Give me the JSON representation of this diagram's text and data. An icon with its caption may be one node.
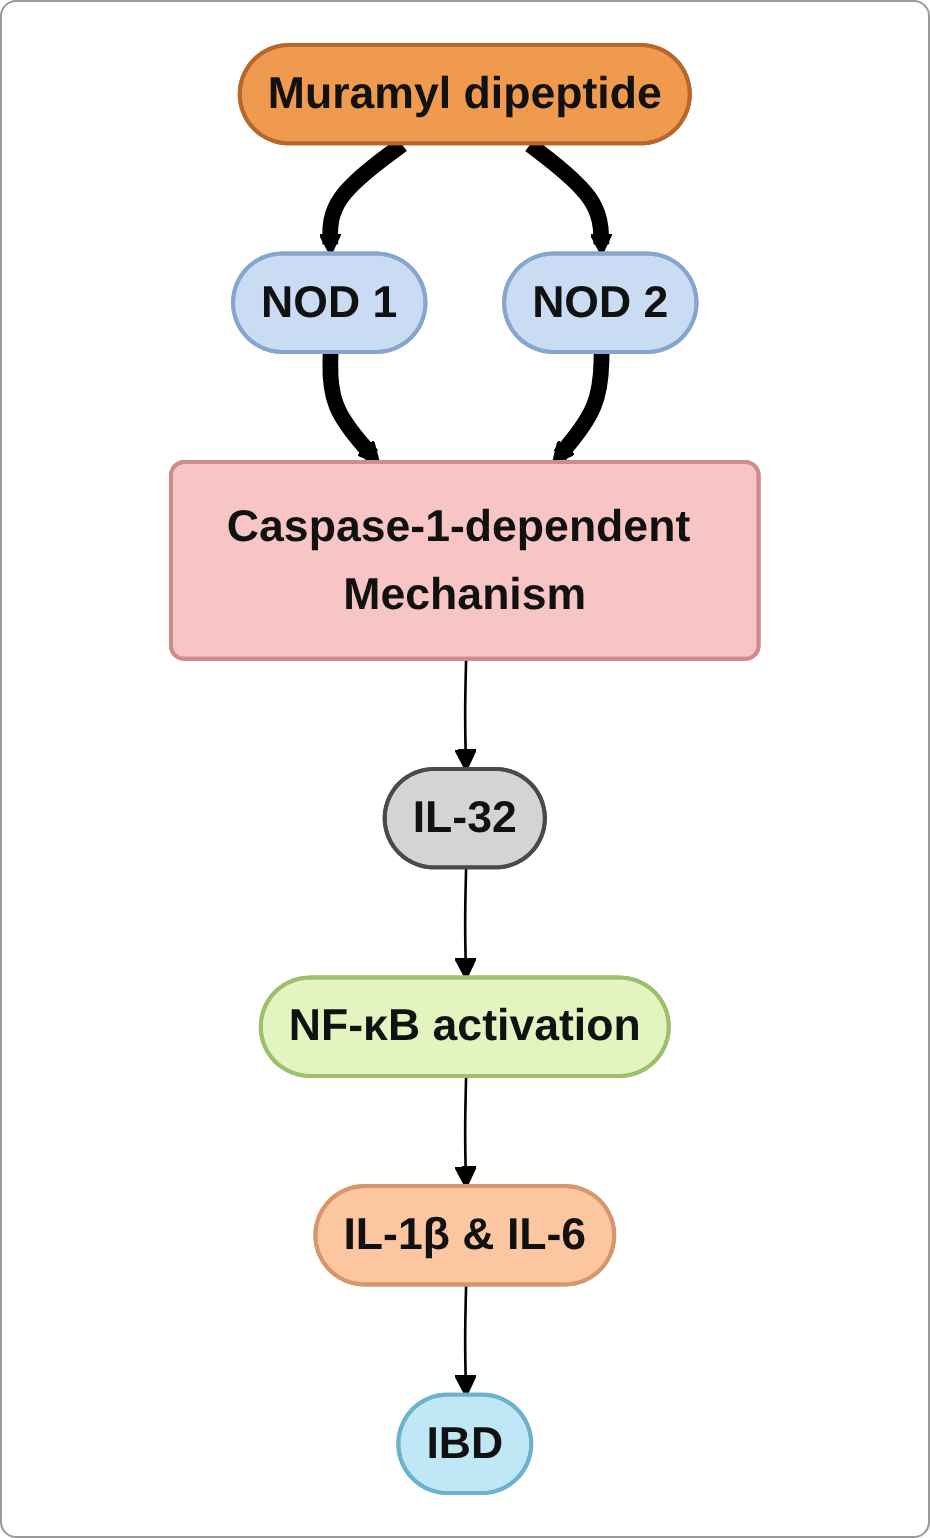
{
  "diagram": {
    "nodes": [
      {
        "text": [
          "Muramyl dipeptide"
        ]
      },
      {
        "text": [
          "NOD 1"
        ]
      },
      {
        "text": [
          "NOD 2"
        ]
      },
      {
        "text": [
          "Caspase-1-dependent Mechanism"
        ]
      },
      {
        "text": [
          "IL-32"
        ]
      },
      {
        "text": [
          "NF-κB activation"
        ]
      },
      {
        "text": [
          "IL-1β & IL-6"
        ]
      },
      {
        "text": [
          "IBD"
        ]
      }
    ],
    "edges": [
      {
        "from": 0,
        "to": 1,
        "arrow": "to",
        "style": "thick"
      },
      {
        "from": 0,
        "to": 2,
        "arrow": "to",
        "style": "thick"
      },
      {
        "from": 1,
        "to": 3,
        "arrow": "to",
        "style": "thick"
      },
      {
        "from": 2,
        "to": 3,
        "arrow": "to",
        "style": "thick"
      },
      {
        "from": 3,
        "to": 4,
        "arrow": "to"
      },
      {
        "from": 4,
        "to": 5,
        "arrow": "to"
      },
      {
        "from": 5,
        "to": 6,
        "arrow": "to"
      },
      {
        "from": 6,
        "to": 7,
        "arrow": "to"
      }
    ]
  }
}
